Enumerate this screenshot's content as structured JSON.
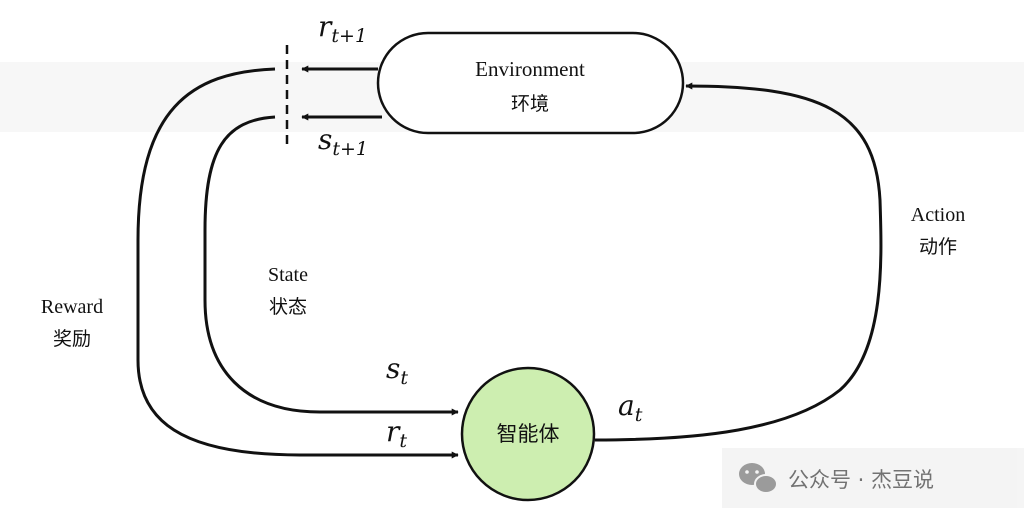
{
  "environment": {
    "title_en": "Environment",
    "title_cn": "环境"
  },
  "agent": {
    "label": "智能体",
    "fill_color": "#cdeeb0"
  },
  "reward": {
    "label_en": "Reward",
    "label_cn": "奖励",
    "symbol_base": "r",
    "symbol_current_sub": "t",
    "symbol_next_sub": "t+1"
  },
  "state": {
    "label_en": "State",
    "label_cn": "状态",
    "symbol_base": "s",
    "symbol_current_sub": "t",
    "symbol_next_sub": "t+1"
  },
  "action": {
    "label_en": "Action",
    "label_cn": "动作",
    "symbol_base": "a",
    "symbol_sub": "t"
  },
  "watermark": {
    "text": "公众号 · 杰豆说",
    "icon": "wechat-icon"
  }
}
